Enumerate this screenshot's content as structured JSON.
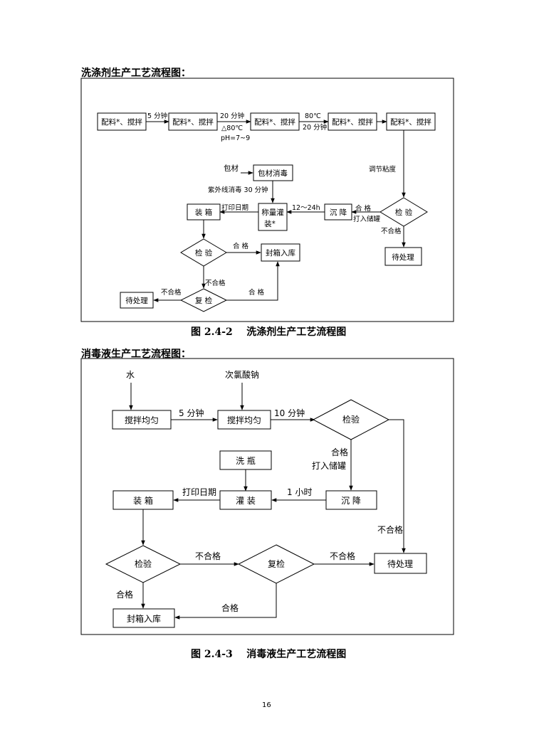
{
  "heading1": "洗涤剂生产工艺流程图：",
  "heading2": "消毒液生产工艺流程图：",
  "caption1": "图 2.4-2    洗涤剂生产工艺流程图",
  "caption2": "图 2.4-3    消毒液生产工艺流程图",
  "page_number": "16",
  "fig1": {
    "box_mix1": "配料*、搅拌",
    "box_mix2": "配料*、搅拌",
    "box_mix3": "配料*、搅拌",
    "box_mix4": "配料*、搅拌",
    "box_mix5": "配料*、搅拌",
    "lbl_5min": "5 分钟",
    "lbl_20min_a": "20 分钟",
    "lbl_temp": "△80℃",
    "lbl_ph": "pH=7~9",
    "lbl_80c": "80℃",
    "lbl_20min_b": "20 分钟",
    "lbl_viscosity": "调节粘度",
    "lbl_packmat": "包材",
    "box_disinfect": "包材消毒",
    "lbl_uv": "紫外线消毒 30 分钟",
    "box_boxing": "装  箱",
    "lbl_printdate": "打印日期",
    "box_fill_line1": "称量灌",
    "box_fill_line2": "装*",
    "lbl_hours": "12～24h",
    "box_settle": "沉 降",
    "lbl_pass_a": "合  格",
    "lbl_tank": "打入储罐",
    "dia_inspect1": "检 验",
    "lbl_fail_a": "不合格",
    "box_pending1": "待处理",
    "dia_inspect2": "检 验",
    "lbl_pass_b": "合  格",
    "box_store": "封箱入库",
    "lbl_fail_b": "不合格",
    "dia_recheck": "复 检",
    "lbl_fail_c": "不合格",
    "lbl_pass_c": "合  格",
    "box_pending2": "待处理"
  },
  "fig2": {
    "lbl_water": "水",
    "lbl_hypo": "次氯酸钠",
    "box_stir1": "搅拌均匀",
    "lbl_5min": "5 分钟",
    "box_stir2": "搅拌均匀",
    "lbl_10min": "10 分钟",
    "dia_inspect1": "检验",
    "lbl_pass_a": "合格",
    "lbl_tank": "打入储罐",
    "box_wash": "洗     瓶",
    "box_boxing": "装 箱",
    "lbl_printdate": "打印日期",
    "box_fill": "灌 装",
    "lbl_1h": "1 小时",
    "box_settle": "沉 降",
    "lbl_fail_a": "不合格",
    "dia_inspect2": "检验",
    "lbl_fail_b": "不合格",
    "dia_recheck": "复检",
    "lbl_fail_c": "不合格",
    "box_pending": "待处理",
    "lbl_pass_b": "合格",
    "lbl_pass_c": "合格",
    "box_store": "封箱入库"
  }
}
